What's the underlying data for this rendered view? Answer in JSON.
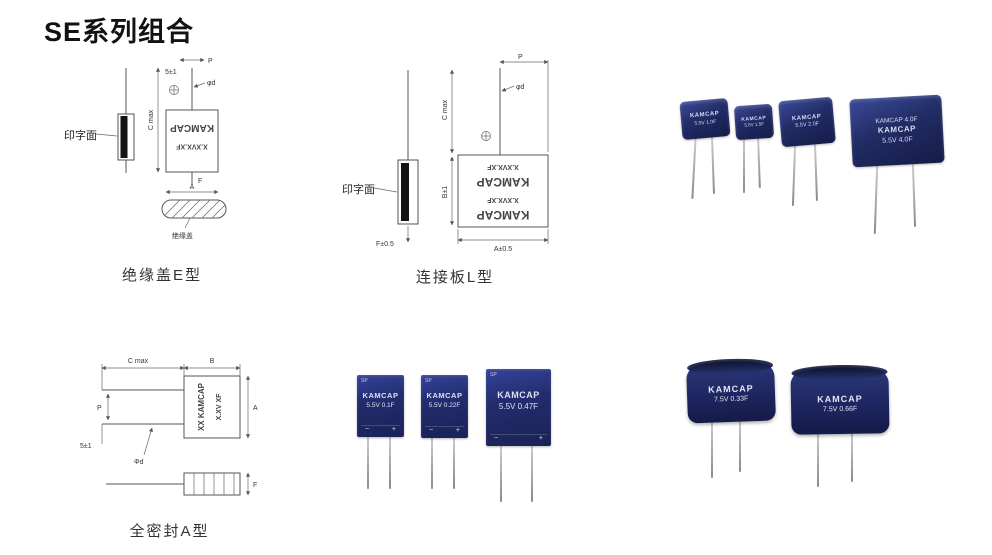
{
  "page": {
    "title": "SE系列组合"
  },
  "sections": {
    "e_type": {
      "caption": "绝缘盖E型",
      "print_face": "印字面",
      "insulation_cover": "绝缘盖",
      "marking": {
        "brand": "KAMCAP",
        "spec": "X.XVX.XF"
      },
      "dims": {
        "p": "P",
        "tol": "5±1",
        "phi": "φd",
        "cmax": "C max",
        "a": "A",
        "f": "F"
      }
    },
    "l_type": {
      "caption": "连接板L型",
      "print_face": "印字面",
      "marking": {
        "brand": "KAMCAP",
        "spec": "X.XVX.XF"
      },
      "dims": {
        "p": "P",
        "phi": "φd",
        "cmax": "C max",
        "b": "B±1",
        "a": "A±0.5",
        "f": "F±0.5"
      }
    },
    "a_type": {
      "caption": "全密封A型",
      "marking": {
        "brand": "XX KAMCAP",
        "spec": "X.XV XF"
      },
      "dims": {
        "cmax": "C max",
        "b": "B",
        "p": "P",
        "tol": "5±1",
        "phi": "Φd",
        "a": "A",
        "f": "F"
      }
    }
  },
  "products": {
    "coin_row": [
      {
        "lines": [
          "KAMCAP",
          "5.5V 1.0F"
        ]
      },
      {
        "lines": [
          "KAMCAP",
          "5.5V 1.5F"
        ]
      },
      {
        "lines": [
          "KAMCAP",
          "5.5V 2.0F"
        ]
      },
      {
        "lines": [
          "KAMCAP 4.0F",
          "KAMCAP",
          "5.5V 4.0F"
        ]
      }
    ],
    "rect_row": [
      {
        "tag": "SP",
        "brand": "KAMCAP",
        "spec": "5.5V 0.1F",
        "neg": "−",
        "pos": "+"
      },
      {
        "tag": "SP",
        "brand": "KAMCAP",
        "spec": "5.5V 0.22F",
        "neg": "−",
        "pos": "+"
      },
      {
        "tag": "SP",
        "brand": "KAMCAP",
        "spec": "5.5V 0.47F",
        "neg": "−",
        "pos": "+"
      }
    ],
    "cyl_row": [
      {
        "brand": "KAMCAP",
        "spec": "7.5V 0.33F"
      },
      {
        "brand": "KAMCAP",
        "spec": "7.5V 0.66F"
      }
    ]
  }
}
